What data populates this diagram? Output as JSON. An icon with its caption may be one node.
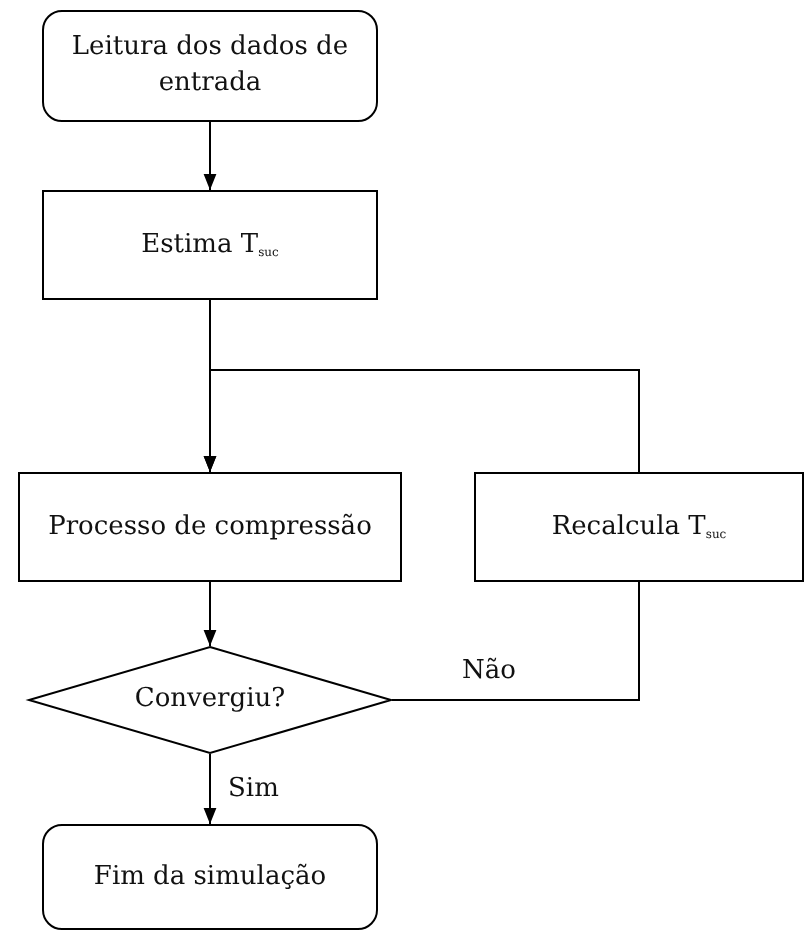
{
  "diagram": {
    "nodes": [
      {
        "text": [
          "Leitura dos dados de entrada"
        ]
      },
      {
        "text": [
          "Estima T$_{suc}$"
        ]
      },
      {
        "text": [
          "Processo de compressão"
        ]
      },
      {
        "text": [
          "Recalcula T$_{suc}$"
        ]
      },
      {
        "text": [
          "Convergiu?"
        ]
      },
      {
        "text": [
          "Fim da simulação"
        ]
      }
    ],
    "edges": [
      {
        "from": 0,
        "to": 1,
        "arrow": "to"
      },
      {
        "from": 1,
        "to": 2,
        "arrow": "to"
      },
      {
        "from": 3,
        "to": 2,
        "arrow": "to"
      },
      {
        "from": 2,
        "to": 4,
        "arrow": "to"
      },
      {
        "from": 4,
        "to": 3,
        "arrow": "none",
        "label": "Não"
      },
      {
        "from": 4,
        "to": 5,
        "arrow": "to",
        "label": "Sim"
      }
    ]
  }
}
